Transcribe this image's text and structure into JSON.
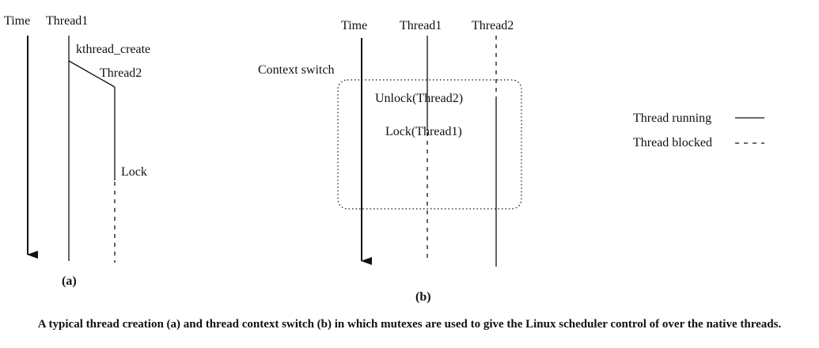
{
  "panel_a": {
    "time_label": "Time",
    "thread1_label": "Thread1",
    "create_label": "kthread_create",
    "thread2_label": "Thread2",
    "lock_label": "Lock",
    "panel_label": "(a)"
  },
  "panel_b": {
    "time_label": "Time",
    "thread1_label": "Thread1",
    "thread2_label": "Thread2",
    "context_switch_label": "Context switch",
    "unlock_label": "Unlock(Thread2)",
    "lock_label": "Lock(Thread1)",
    "panel_label": "(b)"
  },
  "legend": {
    "running_label": "Thread running",
    "blocked_label": "Thread blocked"
  },
  "caption": "A typical thread creation (a) and thread context switch (b) in which mutexes are used to give the Linux scheduler control of over the native threads."
}
